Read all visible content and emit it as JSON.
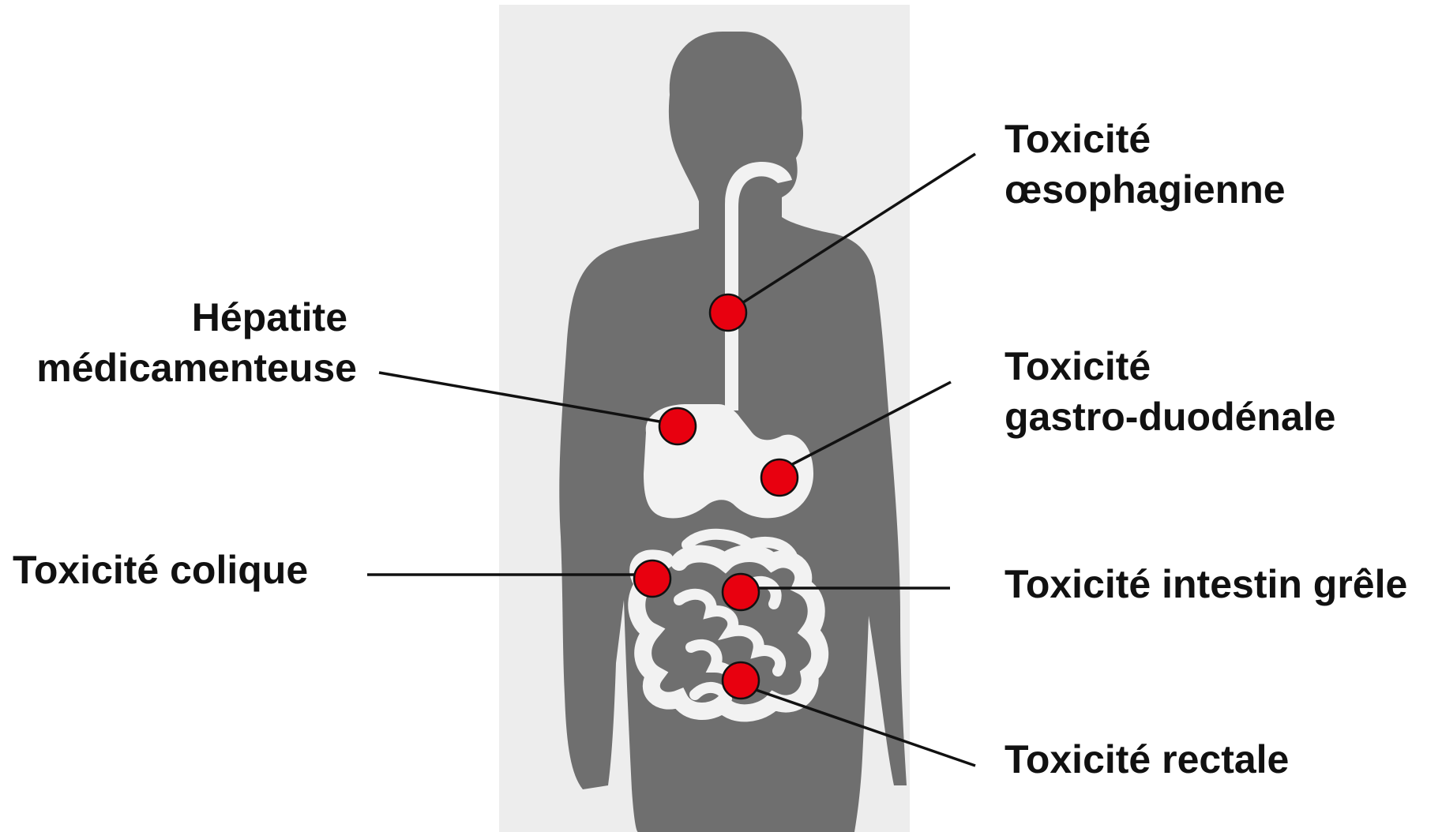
{
  "colors": {
    "silhouette": "#6f6f6f",
    "organ": "#f2f2f2",
    "panel": "#ededed",
    "marker": "#e8000f",
    "marker_outline": "#111111",
    "line": "#111111",
    "text": "#111111"
  },
  "labels": {
    "oesophagus": {
      "line1": "Toxicité",
      "line2": "œsophagienne"
    },
    "liver": {
      "line1": "Hépatite",
      "line2": "médicamenteuse"
    },
    "gastro": {
      "line1": "Toxicité",
      "line2": "gastro-duodénale"
    },
    "colon": {
      "line1": "Toxicité colique"
    },
    "small_intestine": {
      "line1": "Toxicité intestin grêle"
    },
    "rectum": {
      "line1": "Toxicité rectale"
    }
  }
}
